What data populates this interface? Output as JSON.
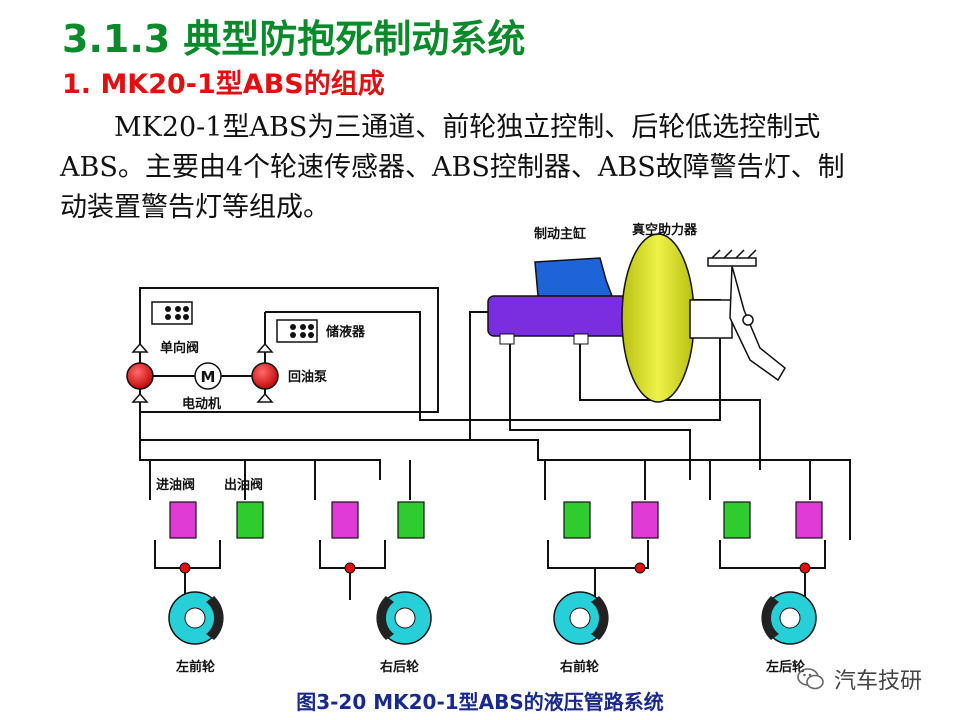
{
  "header": {
    "title": "3.1.3 典型防抱死制动系统",
    "subtitle": "1. MK20-1型ABS的组成"
  },
  "body_text": "MK20-1型ABS为三通道、前轮独立控制、后轮低选控制式ABS。主要由4个轮速传感器、ABS控制器、ABS故障警告灯、制动装置警告灯等组成。",
  "diagram": {
    "labels": {
      "master_cylinder": "制动主缸",
      "booster": "真空助力器",
      "reservoir": "储液器",
      "check_valve": "单向阀",
      "return_pump": "回油泵",
      "motor": "电动机",
      "motor_symbol": "M",
      "inlet_valve": "进油阀",
      "outlet_valve": "出油阀",
      "left_front": "左前轮",
      "right_rear": "右后轮",
      "right_front": "右前轮",
      "left_rear": "左后轮"
    },
    "colors": {
      "inlet_valve": "#e13bd6",
      "outlet_valve": "#2ecc2e",
      "pump": "#e01010",
      "master_cylinder_body": "#7a2ee0",
      "master_cylinder_tank": "#1e64d8",
      "booster": "#d8e020",
      "disc": "#27d0d8"
    }
  },
  "caption": "图3-20 MK20-1型ABS的液压管路系统",
  "watermark": {
    "text": "汽车技研",
    "icon": "wechat-icon"
  }
}
